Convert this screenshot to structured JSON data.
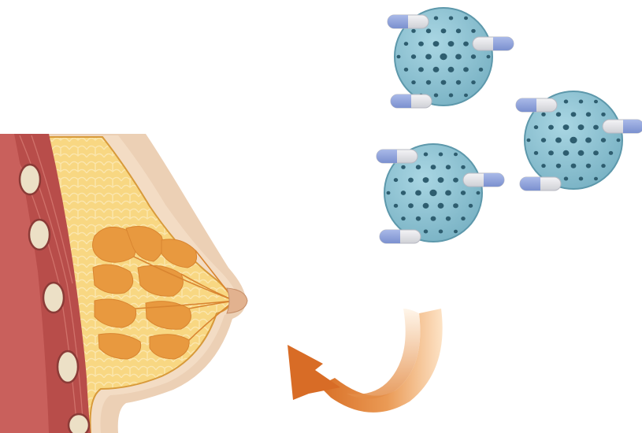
{
  "figure": {
    "elements": [
      "breast-tissue-cross-section",
      "nanoparticle-capsule-cluster",
      "delivery-arrow"
    ]
  },
  "nanoparticles": [
    {
      "id": "particle-top",
      "capsules": 3
    },
    {
      "id": "particle-right",
      "capsules": 3
    },
    {
      "id": "particle-left",
      "capsules": 3
    }
  ],
  "colors": {
    "particle_fill": "#8ec4d4",
    "particle_dots": "#2e5d6f",
    "capsule_blue": "#8a9fd8",
    "capsule_white": "#e4e4e8",
    "arrow_dark": "#d9762f",
    "arrow_light": "#f6c796",
    "skin": "#e8c9ad",
    "fat": "#f9d987",
    "gland": "#e69a43",
    "muscle": "#b34a47",
    "rib": "#eadcc0"
  }
}
